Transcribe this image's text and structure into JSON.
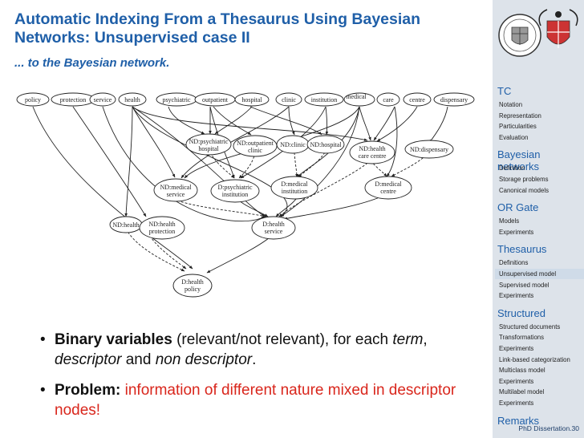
{
  "title_line1": "Automatic Indexing From a Thesaurus Using Bayesian",
  "title_line2": "Networks: Unsupervised case II",
  "subtitle": "... to the Bayesian network.",
  "network": {
    "terms": [
      "policy",
      "protection",
      "service",
      "health",
      "psychiatric",
      "outpatient",
      "hospital",
      "clinic",
      "institution",
      "medical",
      "care",
      "centre",
      "dispensary"
    ],
    "nd_nodes": [
      "ND:psychiatric",
      "hospital",
      "ND:outpatient",
      "clinic",
      "ND:clinic",
      "ND:hospital",
      "ND:health",
      "care centre",
      "ND:dispensary",
      "ND:medical",
      "service",
      "ND:health",
      "ND:health",
      "protection"
    ],
    "d_nodes": [
      "D:psychiatric",
      "institution",
      "D:medical",
      "institution",
      "D:medical",
      "centre",
      "D:health",
      "service",
      "D:health",
      "policy"
    ]
  },
  "bullets": [
    {
      "bold": "Binary variables",
      "rest1": " (relevant/not relevant), for each ",
      "ital1": "term",
      "rest2": ", ",
      "ital2": "descriptor",
      "rest3": " and ",
      "ital3": "non descriptor",
      "rest4": "."
    },
    {
      "bold": "Problem:",
      "red": " information of different nature mixed in descriptor nodes!"
    }
  ],
  "sidebar": {
    "sections": [
      {
        "label": "TC",
        "items": [
          "Notation",
          "Representation",
          "Particularities",
          "Evaluation"
        ]
      },
      {
        "label": "Bayesian networks",
        "items": [
          "Definition",
          "Storage problems",
          "Canonical models"
        ]
      },
      {
        "label": "OR Gate",
        "items": [
          "Models",
          "Experiments"
        ]
      },
      {
        "label": "Thesaurus",
        "items": [
          "Definitions",
          "Unsupervised model",
          "Supervised model",
          "Experiments"
        ]
      },
      {
        "label": "Structured",
        "items": [
          "Structured documents",
          "Transformations",
          "Experiments",
          "Link-based categorization",
          "Multiclass model",
          "Experiments",
          "Multilabel model",
          "Experiments"
        ]
      },
      {
        "label": "Remarks",
        "items": []
      }
    ],
    "active_item": "Unsupervised model"
  },
  "footer": "PhD Dissertation.30",
  "colors": {
    "title": "#1f5fa8",
    "problem_text": "#d9261c",
    "sidebar_bg": "#dde3ea"
  }
}
